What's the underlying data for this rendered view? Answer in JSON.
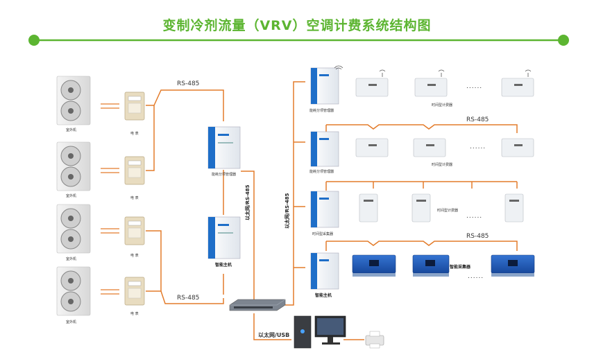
{
  "title": "变制冷剂流量（VRV）空调计费系统结构图",
  "colors": {
    "accent_green": "#5cb531",
    "wire_orange": "#e37b2a",
    "meter_beige": "#e8dcc0",
    "cabinet_blue": "#1e6ec8",
    "collector_blue": "#1f58b8"
  },
  "labels": {
    "outdoor_unit": "室外机",
    "meter": "电 表",
    "rs485_top": "RS-485",
    "rs485_bottom": "RS-485",
    "rs485_right_top": "RS-485",
    "rs485_right_bottom": "RS-485",
    "energy_manager_left": "能耗分项管理器",
    "smart_host_left": "智能主机",
    "ethernet_rs485_a": "以太网/RS-485",
    "ethernet_rs485_b": "以太网/RS-485",
    "ethernet_usb": "以太网/USB",
    "energy_manager_r1": "能耗分项管理器",
    "time_meter_r1": "时间型计费器",
    "energy_manager_r2": "能耗分项管理器",
    "time_meter_r2": "时间型计费器",
    "time_collector": "时间型采集器",
    "time_meter_r3": "时间型计费器",
    "smart_host_right": "智能主机",
    "smart_collector": "智能采集器",
    "ellipsis": "......"
  },
  "icons": {
    "outdoor": "outdoor-unit-icon",
    "meter": "electric-meter-icon",
    "cabinet": "management-cabinet-icon",
    "switch": "network-switch-icon",
    "computer": "computer-icon",
    "printer": "printer-icon",
    "wireless": "wireless-signal-icon",
    "collector": "smart-collector-icon"
  }
}
